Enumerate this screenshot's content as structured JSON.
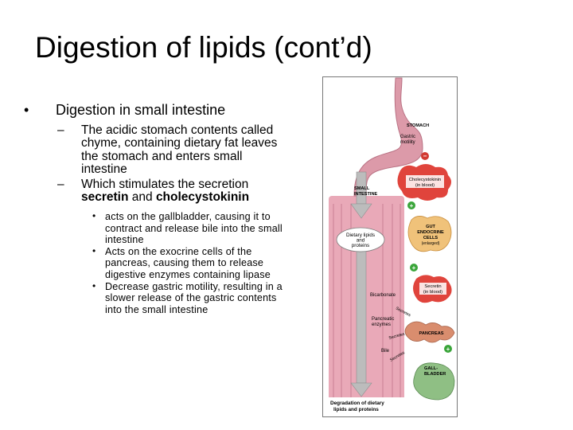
{
  "slide": {
    "title": "Digestion of lipids (cont’d)",
    "bullet1": "Digestion in small intestine",
    "sub1": "The acidic stomach contents called chyme, containing dietary fat leaves the stomach and enters small intestine",
    "sub2_pre": "Which stimulates the secretion ",
    "sub2_bold_a": "secretin",
    "sub2_and": " and ",
    "sub2_bold_b": "cholecystokinin",
    "sub3": [
      " acts on the gallbladder, causing it to contract and release bile into the small intestine",
      "Acts on the exocrine cells of the pancreas, causing them to release digestive enzymes containing lipase",
      "Decrease gastric motility, resulting in a slower release of the gastric contents into the small intestine"
    ],
    "bullet_dot": "•",
    "dash": "–"
  },
  "figure": {
    "labels": {
      "stomach": "STOMACH",
      "gastric": "Gastric",
      "motility": "motility",
      "cck1": "Cholecystokinin",
      "cck2": "(in blood)",
      "small": "SMALL",
      "intestine": "INTESTINE",
      "dietary1": "Dietary lipids",
      "dietary2": "and",
      "dietary3": "proteins",
      "gut1": "GUT",
      "gut2": "ENDOCRINE",
      "gut3": "CELLS",
      "gut4": "(enlarged)",
      "secretin1": "Secretin",
      "secretin2": "(in blood)",
      "bicarb": "Bicarbonate",
      "panc1": "Pancreatic",
      "panc2": "enzymes",
      "pancreas": "PANCREAS",
      "secrete1": "Secretes",
      "secrete2": "Secretes",
      "secrete3": "Secretes",
      "bile": "Bile",
      "gall1": "GALL-",
      "gall2": "BLADDER",
      "deg1": "Degradation of dietary",
      "deg2": "lipids and proteins",
      "plus": "+",
      "minus": "−"
    },
    "colors": {
      "intestine": "#e9a9b8",
      "intestine_dark": "#c97f93",
      "stomach": "#dc9aa9",
      "hormone": "#e0443c",
      "gut_cells": "#f0c27a",
      "pancreas": "#d98d6e",
      "gallbladder": "#8fbf84",
      "sign": "#3aa53a",
      "minus_sign": "#d23a32",
      "arrow": "#bcbcbc"
    }
  }
}
